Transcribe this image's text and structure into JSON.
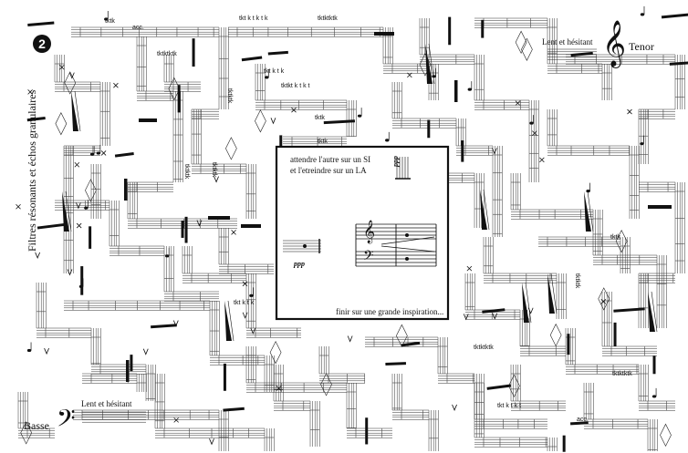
{
  "page": {
    "section_number": "2",
    "side_title": "Filtres résonants et échos granulaires"
  },
  "voices": {
    "tenor": {
      "label": "Tenor",
      "tempo": "Lent et hésitant",
      "clef_glyph": "𝄞"
    },
    "bass": {
      "label": "Basse",
      "tempo": "Lent et hésitant",
      "clef_glyph": "𝄢"
    }
  },
  "center_box": {
    "instruction_1": "attendre l'autre sur un SI",
    "instruction_2": "et l'etreindre sur un LA",
    "final_instruction": "finir sur une grande inspiration...",
    "dynamic_1": "ppp",
    "dynamic_2": "ppp",
    "treble_glyph": "𝄞",
    "bass_glyph": "𝄢"
  },
  "syllable_labels": {
    "tktk": "tktk",
    "acc": "acc.",
    "tkt_k_t_k_t_k": "tkt k t k t k",
    "tktktktk": "tktktktk",
    "tktktktk_2": "tktktktk",
    "tkt_k_t_k": "tkt k t k",
    "tktkt_k_t_k_t": "tktkt k t k t",
    "tktk_2": "tktk",
    "tktk_3": "tktk",
    "tktktk_v1": "tktktk",
    "tktktk_v2": "tktktk",
    "tktk_v3": "tktktk",
    "tktktktk_3": "tktktktk",
    "tkt_k_t_k_t": "tkt k t k t",
    "acc_2": "acc.",
    "tktktktk_4": "tktktktk",
    "tktk_v4": "tktk",
    "tktk_v5": "tktktk"
  }
}
